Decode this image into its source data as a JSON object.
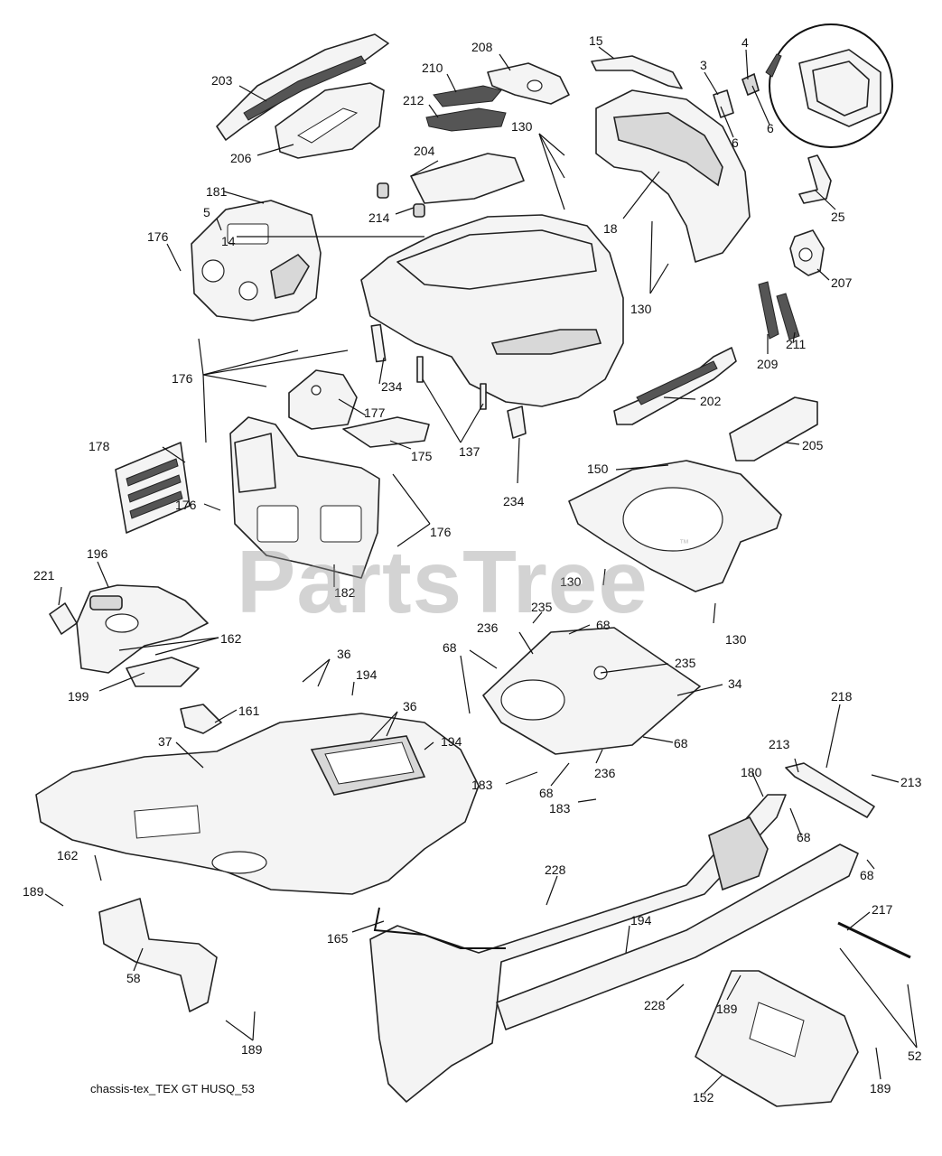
{
  "diagram": {
    "caption": "chassis-tex_TEX GT HUSQ_53",
    "watermark": "PartsTree",
    "watermark_tm": "™",
    "callouts": [
      {
        "id": "c203",
        "label": "203"
      },
      {
        "id": "c206",
        "label": "206"
      },
      {
        "id": "c210",
        "label": "210"
      },
      {
        "id": "c212",
        "label": "212"
      },
      {
        "id": "c208",
        "label": "208"
      },
      {
        "id": "c15",
        "label": "15"
      },
      {
        "id": "c4",
        "label": "4"
      },
      {
        "id": "c3",
        "label": "3"
      },
      {
        "id": "c6a",
        "label": "6"
      },
      {
        "id": "c6b",
        "label": "6"
      },
      {
        "id": "c130a",
        "label": "130"
      },
      {
        "id": "c204",
        "label": "204"
      },
      {
        "id": "c18",
        "label": "18"
      },
      {
        "id": "c25",
        "label": "25"
      },
      {
        "id": "c181",
        "label": "181"
      },
      {
        "id": "c5",
        "label": "5"
      },
      {
        "id": "c214",
        "label": "214"
      },
      {
        "id": "c14",
        "label": "14"
      },
      {
        "id": "c176a",
        "label": "176"
      },
      {
        "id": "c130b",
        "label": "130"
      },
      {
        "id": "c207",
        "label": "207"
      },
      {
        "id": "c209",
        "label": "209"
      },
      {
        "id": "c211",
        "label": "211"
      },
      {
        "id": "c176b",
        "label": "176"
      },
      {
        "id": "c234a",
        "label": "234"
      },
      {
        "id": "c177",
        "label": "177"
      },
      {
        "id": "c202",
        "label": "202"
      },
      {
        "id": "c137",
        "label": "137"
      },
      {
        "id": "c175",
        "label": "175"
      },
      {
        "id": "c205",
        "label": "205"
      },
      {
        "id": "c178",
        "label": "178"
      },
      {
        "id": "c150",
        "label": "150"
      },
      {
        "id": "c234b",
        "label": "234"
      },
      {
        "id": "c176c",
        "label": "176"
      },
      {
        "id": "c176d",
        "label": "176"
      },
      {
        "id": "c182",
        "label": "182"
      },
      {
        "id": "c196",
        "label": "196"
      },
      {
        "id": "c221",
        "label": "221"
      },
      {
        "id": "c130c",
        "label": "130"
      },
      {
        "id": "c235a",
        "label": "235"
      },
      {
        "id": "c162a",
        "label": "162"
      },
      {
        "id": "c236a",
        "label": "236"
      },
      {
        "id": "c68a",
        "label": "68"
      },
      {
        "id": "c130d",
        "label": "130"
      },
      {
        "id": "c68b",
        "label": "68"
      },
      {
        "id": "c36a",
        "label": "36"
      },
      {
        "id": "c235b",
        "label": "235"
      },
      {
        "id": "c194a",
        "label": "194"
      },
      {
        "id": "c34",
        "label": "34"
      },
      {
        "id": "c199",
        "label": "199"
      },
      {
        "id": "c36b",
        "label": "36"
      },
      {
        "id": "c161",
        "label": "161"
      },
      {
        "id": "c37",
        "label": "37"
      },
      {
        "id": "c194b",
        "label": "194"
      },
      {
        "id": "c68c",
        "label": "68"
      },
      {
        "id": "c213a",
        "label": "213"
      },
      {
        "id": "c218",
        "label": "218"
      },
      {
        "id": "c183a",
        "label": "183"
      },
      {
        "id": "c236b",
        "label": "236"
      },
      {
        "id": "c68d",
        "label": "68"
      },
      {
        "id": "c180",
        "label": "180"
      },
      {
        "id": "c213b",
        "label": "213"
      },
      {
        "id": "c183b",
        "label": "183"
      },
      {
        "id": "c68e",
        "label": "68"
      },
      {
        "id": "c162b",
        "label": "162"
      },
      {
        "id": "c228a",
        "label": "228"
      },
      {
        "id": "c68f",
        "label": "68"
      },
      {
        "id": "c189a",
        "label": "189"
      },
      {
        "id": "c217",
        "label": "217"
      },
      {
        "id": "c194c",
        "label": "194"
      },
      {
        "id": "c165",
        "label": "165"
      },
      {
        "id": "c58",
        "label": "58"
      },
      {
        "id": "c228b",
        "label": "228"
      },
      {
        "id": "c189b",
        "label": "189"
      },
      {
        "id": "c52",
        "label": "52"
      },
      {
        "id": "c189c",
        "label": "189"
      },
      {
        "id": "c189d",
        "label": "189"
      },
      {
        "id": "c152",
        "label": "152"
      }
    ]
  }
}
